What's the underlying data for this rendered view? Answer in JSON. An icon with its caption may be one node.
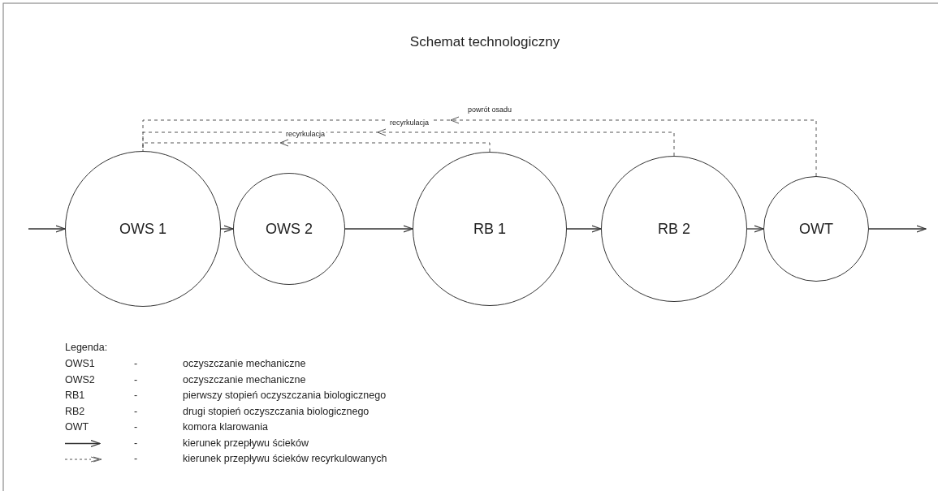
{
  "diagram": {
    "title": "Schemat technologiczny",
    "nodes": [
      {
        "text": [
          "OWS 1"
        ]
      },
      {
        "text": [
          "OWS 2"
        ]
      },
      {
        "text": [
          "RB 1"
        ]
      },
      {
        "text": [
          "RB 2"
        ]
      },
      {
        "text": [
          "OWT"
        ]
      }
    ],
    "edges": [
      {
        "from": null,
        "to": 0,
        "arrow": "to"
      },
      {
        "from": 0,
        "to": 1,
        "arrow": "to"
      },
      {
        "from": 1,
        "to": 2,
        "arrow": "to"
      },
      {
        "from": 2,
        "to": 3,
        "arrow": "to"
      },
      {
        "from": 3,
        "to": 4,
        "arrow": "to"
      },
      {
        "from": 4,
        "to": null,
        "arrow": "to"
      },
      {
        "from": 2,
        "to": 0,
        "arrow": "to",
        "label": "recyrkulacja",
        "style": "dashed"
      },
      {
        "from": 3,
        "to": 0,
        "arrow": "to",
        "label": "recyrkulacja",
        "style": "dashed"
      },
      {
        "from": 4,
        "to": 0,
        "arrow": "to",
        "label": "powrót osadu",
        "style": "dashed"
      }
    ],
    "labels": [
      "Legenda:",
      "OWS1",
      "-",
      "oczyszczanie mechaniczne",
      "OWS2",
      "-",
      "oczyszczanie mechaniczne",
      "RB1",
      "-",
      "pierwszy stopień oczyszczania biologicznego",
      "RB2",
      "-",
      "drugi stopień oczyszczania biologicznego",
      "OWT",
      "-",
      "komora klarowania",
      "-",
      "-"
    ],
    "legend": [
      {
        "text": "kierunek przepływu ścieków"
      },
      {
        "text": "kierunek przepływu ścieków recyrkulowanych"
      }
    ]
  }
}
